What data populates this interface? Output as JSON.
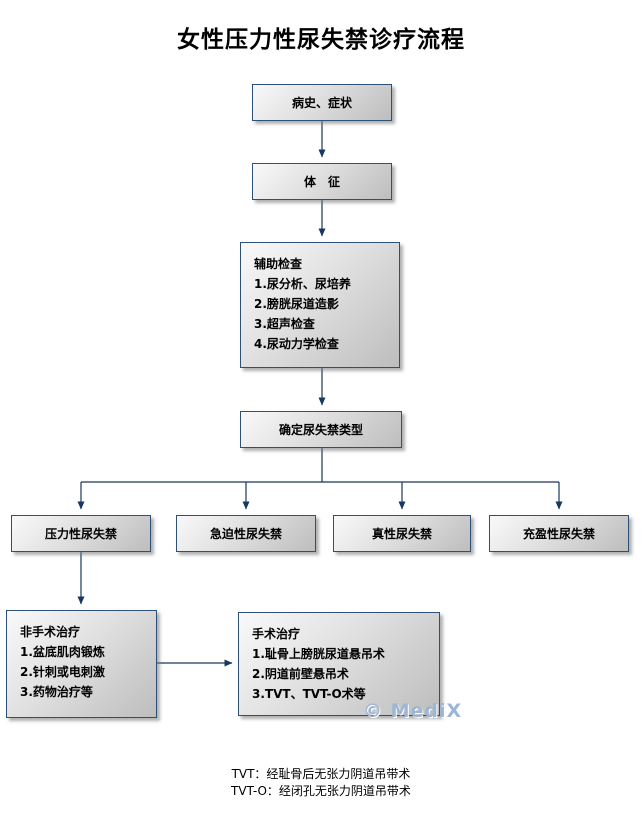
{
  "title": "女性压力性尿失禁诊疗流程",
  "nodes": {
    "history": {
      "label": "病史、症状"
    },
    "signs": {
      "label": "体　征"
    },
    "auxiliary": {
      "title": "辅助检查",
      "items": [
        "1.尿分析、尿培养",
        "2.膀胱尿道造影",
        "3.超声检查",
        "4.尿动力学检查"
      ]
    },
    "determine": {
      "label": "确定尿失禁类型"
    },
    "stress": {
      "label": "压力性尿失禁"
    },
    "urge": {
      "label": "急迫性尿失禁"
    },
    "genuine": {
      "label": "真性尿失禁"
    },
    "overflow": {
      "label": "充盈性尿失禁"
    },
    "nonsurgical": {
      "title": "非手术治疗",
      "items": [
        "1.盆底肌肉锻炼",
        "2.针刺或电刺激",
        "3.药物治疗等"
      ]
    },
    "surgical": {
      "title": "手术治疗",
      "items": [
        "1.耻骨上膀胱尿道悬吊术",
        "2.阴道前壁悬吊术",
        "3.TVT、TVT-O术等"
      ]
    }
  },
  "watermark": "© MediX",
  "footnotes": {
    "line1": "TVT：经耻骨后无张力阴道吊带术",
    "line2": "TVT-O：经闭孔无张力阴道吊带术"
  },
  "colors": {
    "arrow": "#17375e",
    "box_border": "#2d5176",
    "watermark": "#9db6d5"
  }
}
